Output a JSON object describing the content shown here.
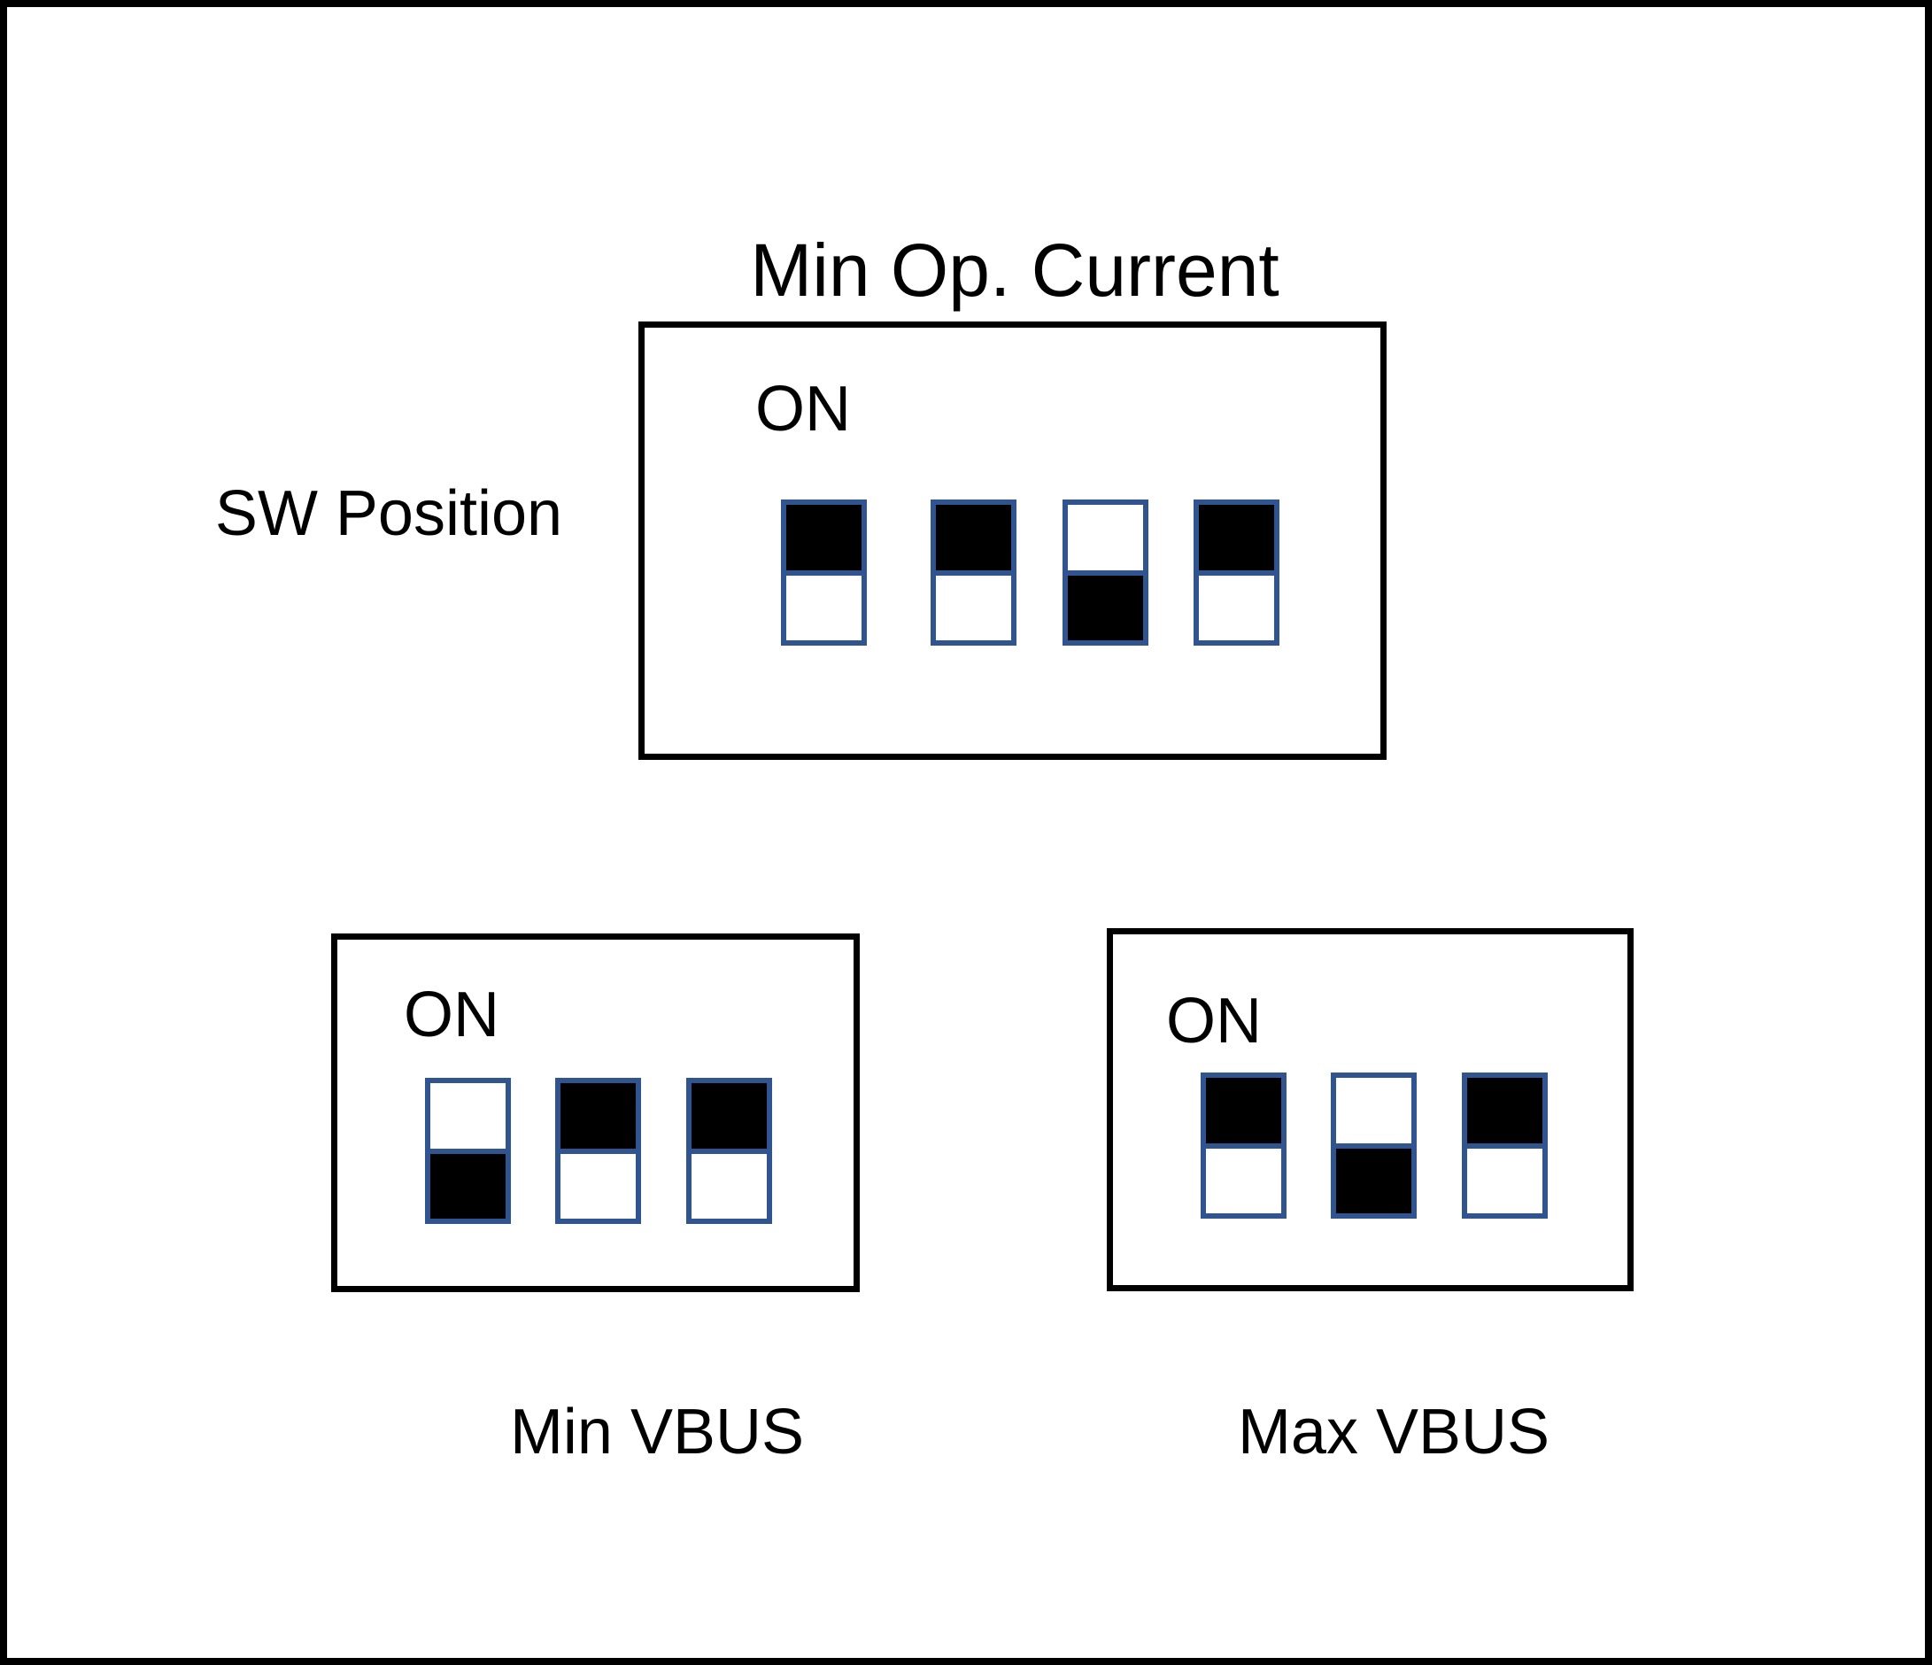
{
  "figure": {
    "top_panel": {
      "title": "Min Op. Current",
      "side_label": "SW Position",
      "on_label": "ON",
      "switches": [
        {
          "state": "on"
        },
        {
          "state": "on"
        },
        {
          "state": "off"
        },
        {
          "state": "on"
        }
      ]
    },
    "min_vbus_panel": {
      "caption": "Min VBUS",
      "on_label": "ON",
      "switches": [
        {
          "state": "off"
        },
        {
          "state": "on"
        },
        {
          "state": "on"
        }
      ]
    },
    "max_vbus_panel": {
      "caption": "Max VBUS",
      "on_label": "ON",
      "switches": [
        {
          "state": "on"
        },
        {
          "state": "off"
        },
        {
          "state": "on"
        }
      ]
    },
    "colors": {
      "switch_outline": "#2F5490",
      "switch_on_fill": "#000000",
      "switch_off_fill": "#FFFFFF",
      "panel_outline": "#000000",
      "background": "#FFFFFF"
    }
  }
}
